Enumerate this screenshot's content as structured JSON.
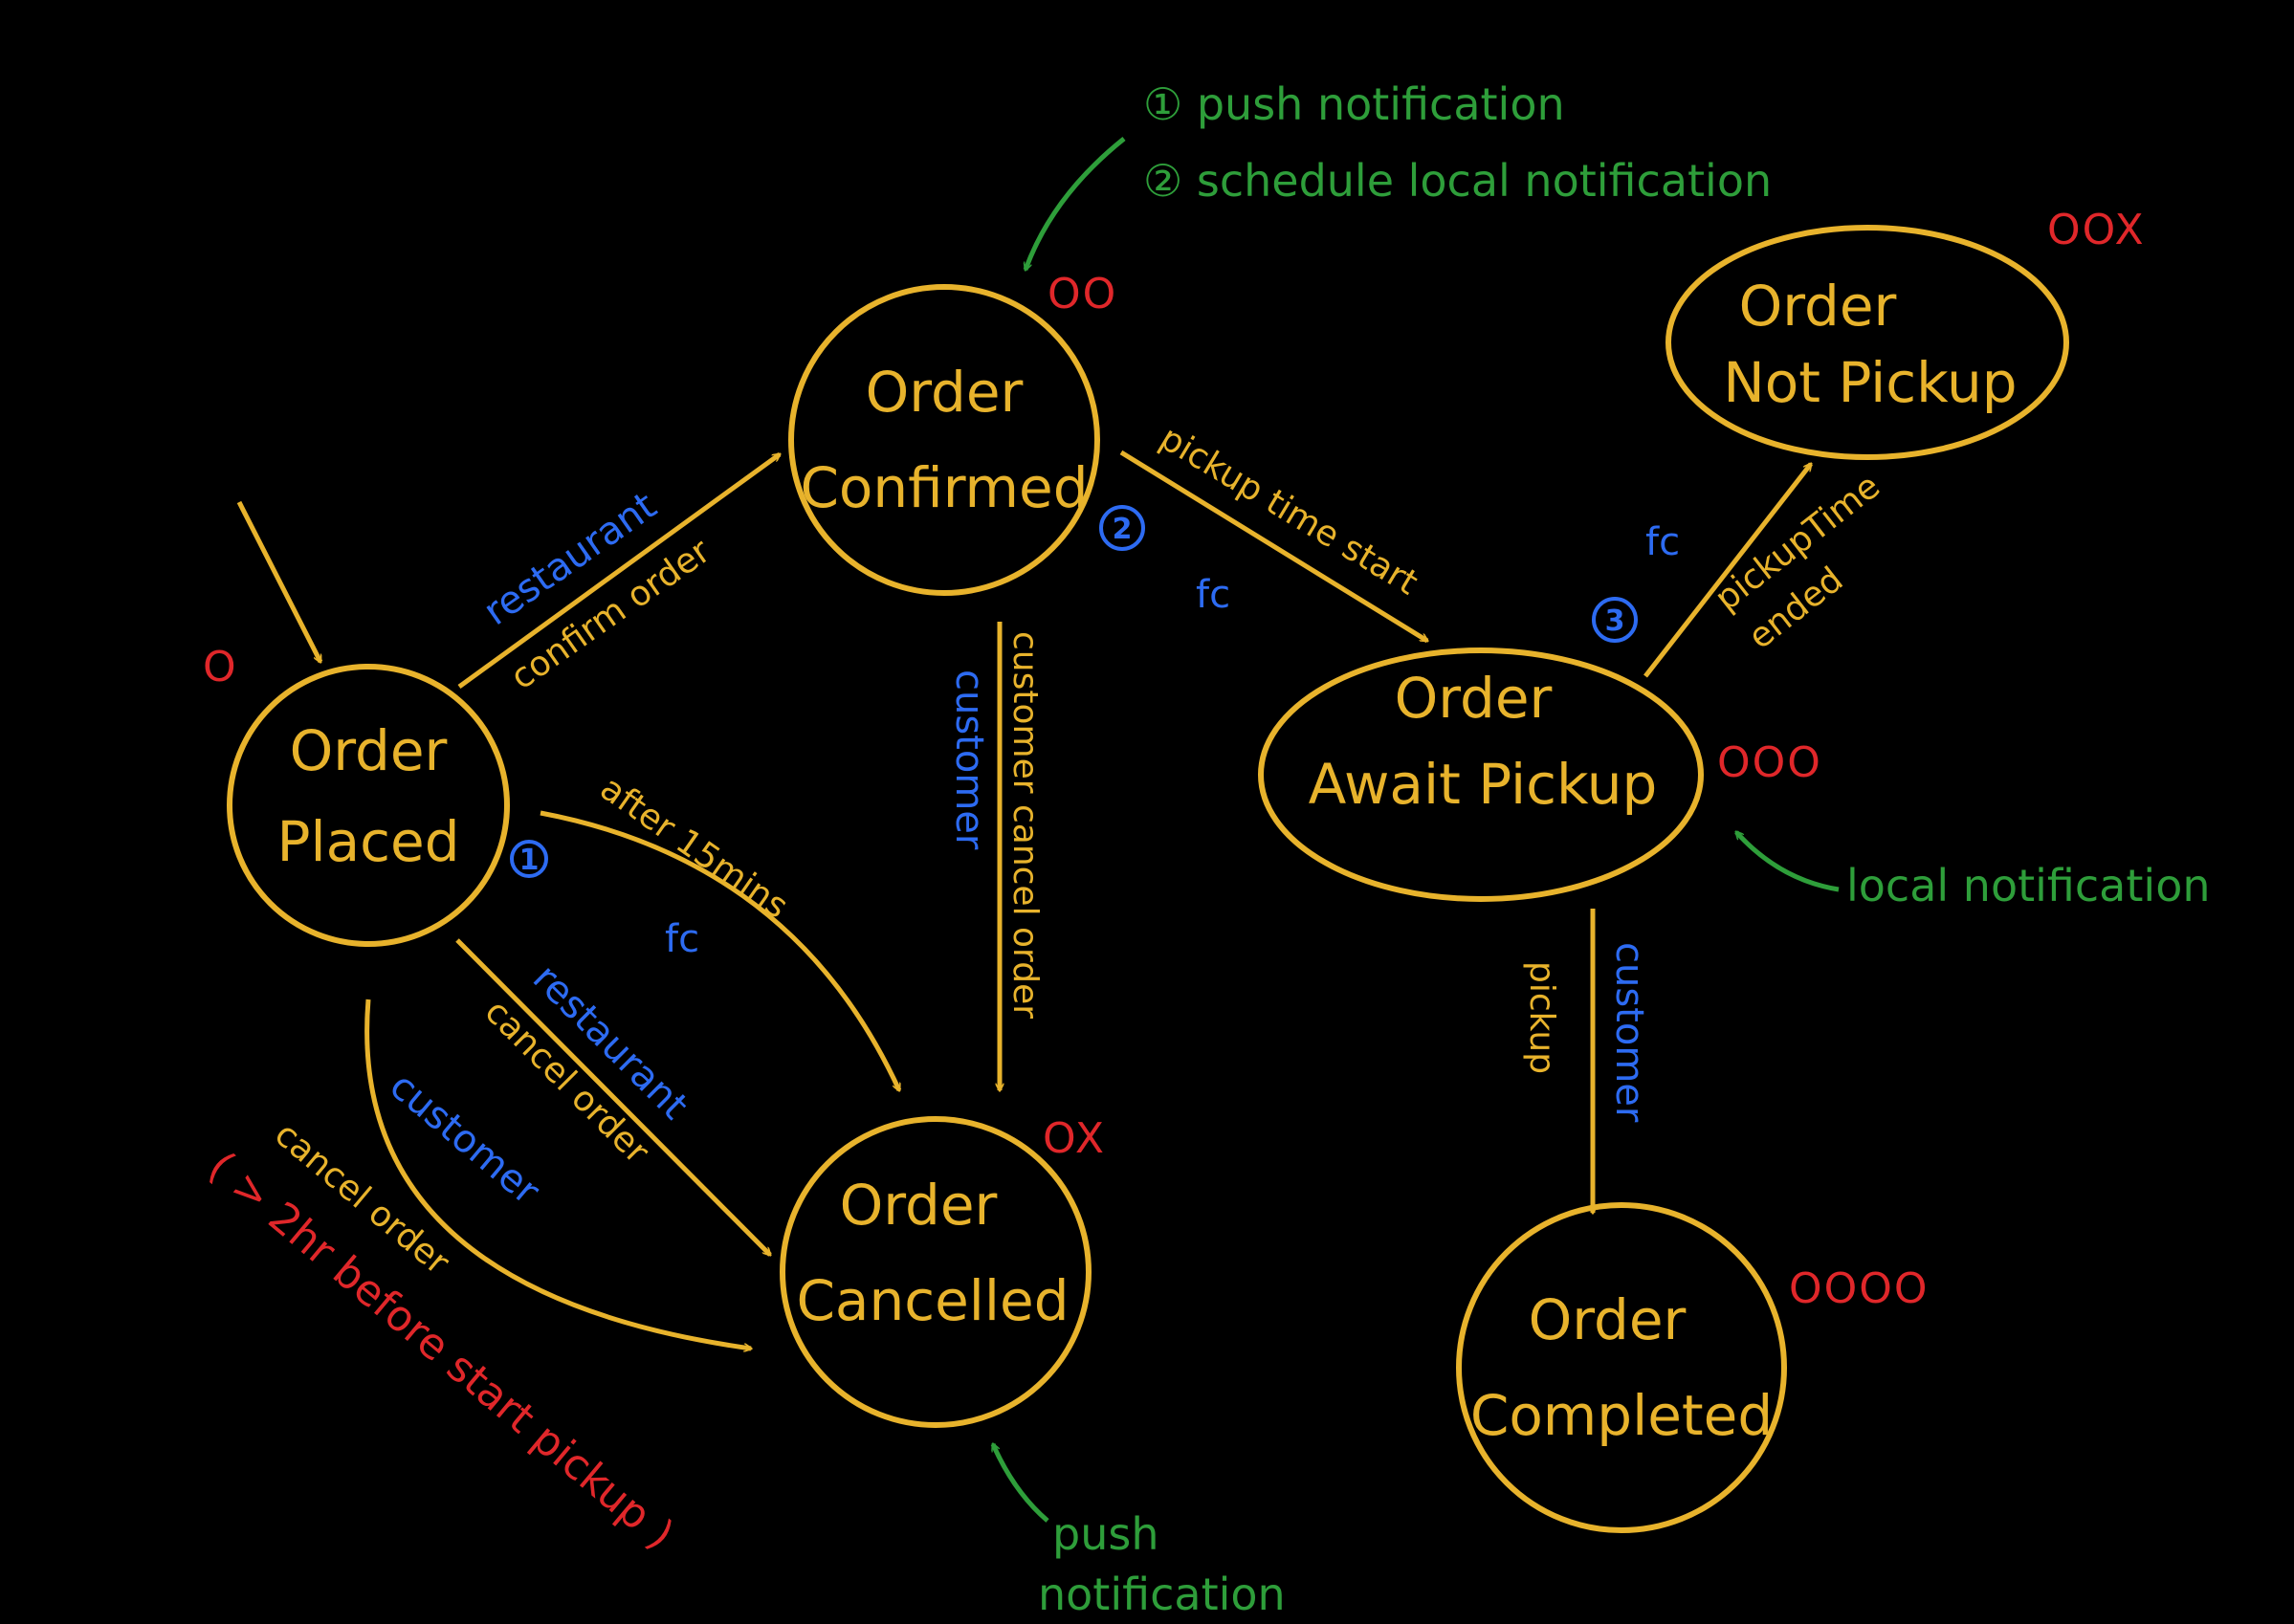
{
  "colors": {
    "background": "#000000",
    "state": "#E8B32C",
    "actor": "#2D6BF2",
    "notification": "#2E9E3A",
    "marker": "#E0272A"
  },
  "states": {
    "placed": {
      "line1": "Order",
      "line2": "Placed",
      "marker": "O"
    },
    "confirmed": {
      "line1": "Order",
      "line2": "Confirmed",
      "marker": "OO"
    },
    "await": {
      "line1": "Order",
      "line2": "Await Pickup",
      "marker": "OOO"
    },
    "notpickup": {
      "line1": "Order",
      "line2": "Not Pickup",
      "marker": "OOX"
    },
    "cancelled": {
      "line1": "Order",
      "line2": "Cancelled",
      "marker": "OX"
    },
    "completed": {
      "line1": "Order",
      "line2": "Completed",
      "marker": "OOOO"
    }
  },
  "transitions": {
    "restaurant_confirm": {
      "actor": "restaurant",
      "action": "confirm order"
    },
    "after_15mins": {
      "action": "after 15mins",
      "actor": "fc",
      "badge": "1"
    },
    "restaurant_cancel": {
      "actor": "restaurant",
      "action": "cancel order"
    },
    "customer_cancel_placed": {
      "actor": "customer",
      "action": "cancel order",
      "condition": "( > 2hr before start pickup )"
    },
    "customer_cancel_confirmed": {
      "actor": "customer",
      "action": "customer cancel order"
    },
    "pickup_time_start": {
      "action": "pickup time start",
      "actor": "fc",
      "badge": "2"
    },
    "pickup_time_ended": {
      "action_line1": "pickupTime",
      "action_line2": "ended",
      "actor": "fc",
      "badge": "3"
    },
    "customer_pickup": {
      "action": "pickup",
      "actor": "customer"
    }
  },
  "notes": {
    "confirmed_line1": "① push notification",
    "confirmed_line2": "② schedule local notification",
    "await": "local notification",
    "cancelled_line1": "push",
    "cancelled_line2": "notification"
  }
}
